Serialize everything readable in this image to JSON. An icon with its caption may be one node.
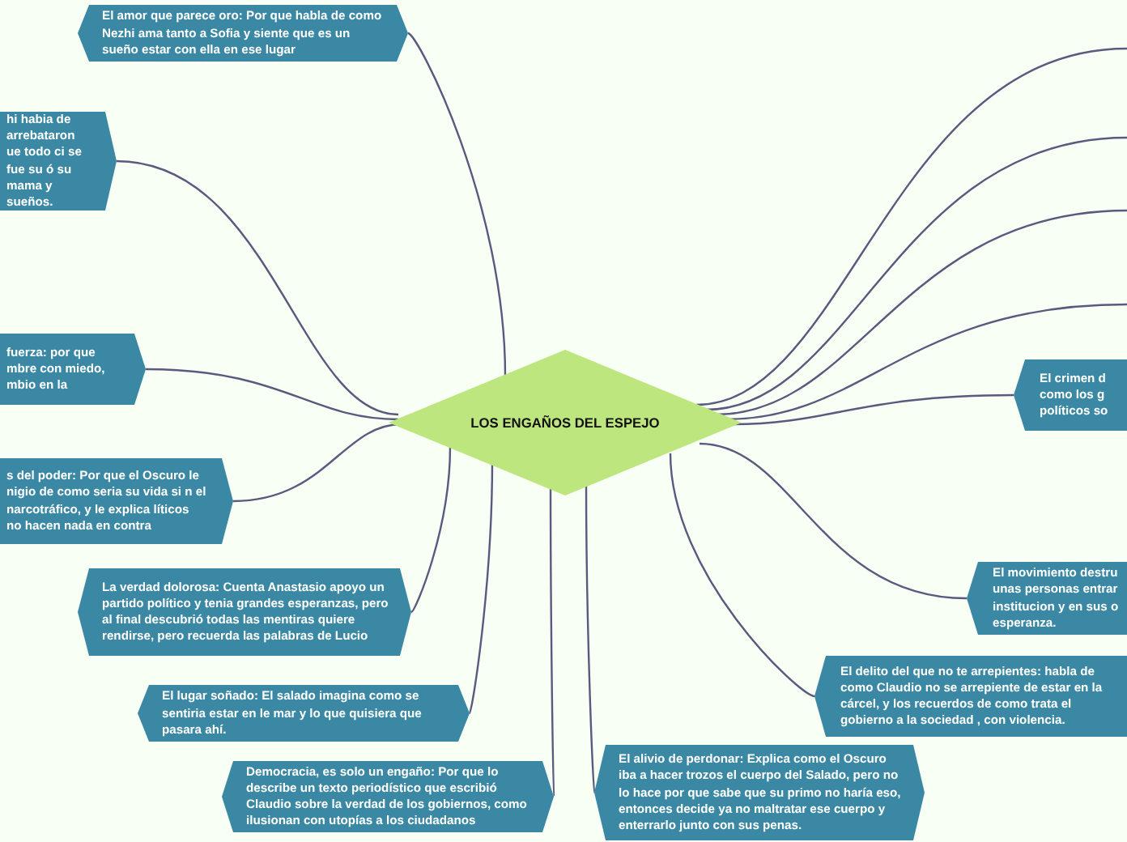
{
  "diagram": {
    "nodes": [
      {
        "text": [
          "LOS ENGAÑOS DEL ESPEJO"
        ]
      },
      {
        "text": [
          "El amor que parece oro: Por que habla de como Nezhi ama tanto a Sofia y siente que es un sueño estar con ella en ese lugar"
        ]
      },
      {
        "text": [
          "hi habia de arrebataron ue todo ci se fue su ó su mama y sueños."
        ]
      },
      {
        "text": [
          "fuerza: por que mbre con miedo, mbio en la"
        ]
      },
      {
        "text": [
          "s del poder: Por que el Oscuro le nigio de como seria su vida si n el narcotráfico, y le explica líticos no hacen nada en contra"
        ]
      },
      {
        "text": [
          "La verdad dolorosa: Cuenta Anastasio apoyo un partido político y tenia grandes esperanzas, pero al final descubrió todas las mentiras quiere rendirse, pero recuerda las palabras de Lucio"
        ]
      },
      {
        "text": [
          "El lugar soñado: El salado imagina como se sentiria estar en le mar y lo que quisiera que pasara ahí."
        ]
      },
      {
        "text": [
          "Democracia, es solo un engaño: Por que lo describe un texto periodístico que escribió Claudio sobre la verdad de los gobiernos, como ilusionan con utopías a los ciudadanos"
        ]
      },
      {
        "text": [
          "El alivio de perdonar: Explica como el Oscuro iba a hacer trozos el cuerpo del Salado, pero no lo hace por que sabe que su primo no haría eso, entonces decide ya no maltratar ese cuerpo y enterrarlo junto con sus penas."
        ]
      },
      {
        "text": [
          "El delito del que no te arrepientes: habla de como Claudio no se arrepiente de estar en la cárcel, y los recuerdos de como trata el gobierno a la sociedad , con violencia."
        ]
      },
      {
        "text": [
          "El movimiento destru unas personas entrar institucion y en sus o esperanza."
        ]
      },
      {
        "text": [
          "El crimen d como los g políticos so"
        ]
      }
    ],
    "edges": [
      {
        "from": 0,
        "to": 1,
        "arrow": "none"
      },
      {
        "from": 0,
        "to": 2,
        "arrow": "none"
      },
      {
        "from": 0,
        "to": 3,
        "arrow": "none"
      },
      {
        "from": 0,
        "to": 4,
        "arrow": "none"
      },
      {
        "from": 0,
        "to": 5,
        "arrow": "none"
      },
      {
        "from": 0,
        "to": 6,
        "arrow": "none"
      },
      {
        "from": 0,
        "to": 7,
        "arrow": "none"
      },
      {
        "from": 0,
        "to": 8,
        "arrow": "none"
      },
      {
        "from": 0,
        "to": 9,
        "arrow": "none"
      },
      {
        "from": 0,
        "to": 10,
        "arrow": "none"
      },
      {
        "from": 0,
        "to": 11,
        "arrow": "none"
      },
      {
        "from": 0,
        "to": null,
        "arrow": "none"
      },
      {
        "from": 0,
        "to": null,
        "arrow": "none"
      },
      {
        "from": 0,
        "to": null,
        "arrow": "none"
      },
      {
        "from": 0,
        "to": null,
        "arrow": "none"
      }
    ]
  }
}
